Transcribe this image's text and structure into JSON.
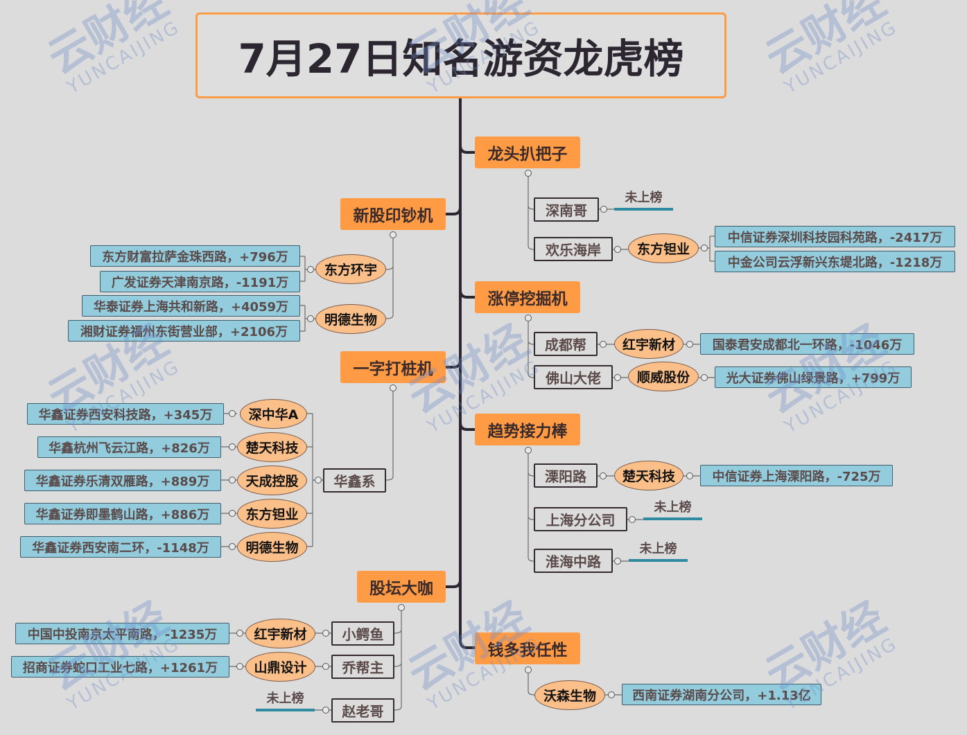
{
  "title": "7月27日知名游资龙虎榜",
  "watermark": {
    "cn": "云财经",
    "en": "YUNCAIJING"
  },
  "not_listed": "未上榜",
  "colors": {
    "branch": "#ff9a45",
    "stock": "#fbbf8a",
    "seat": "#93cddd",
    "underline": "#2e8a9e"
  },
  "branches": {
    "longtou": {
      "label": "龙头扒把子",
      "traders": {
        "shennan": {
          "label": "深南哥"
        },
        "huanle": {
          "label": "欢乐海岸",
          "stock": "东方钽业",
          "seats": [
            "中信证券深圳科技园科苑路，-2417万",
            "中金公司云浮新兴东堤北路，-1218万"
          ]
        }
      }
    },
    "zhangting": {
      "label": "涨停挖掘机",
      "traders": {
        "chengdu": {
          "label": "成都帮",
          "stock": "红宇新材",
          "seats": [
            "国泰君安成都北一环路，-1046万"
          ]
        },
        "foshan": {
          "label": "佛山大佬",
          "stock": "顺威股份",
          "seats": [
            "光大证券佛山绿景路，+799万"
          ]
        }
      }
    },
    "qushi": {
      "label": "趋势接力棒",
      "traders": {
        "liyang": {
          "label": "溧阳路",
          "stock": "楚天科技",
          "seats": [
            "中信证券上海溧阳路，-725万"
          ]
        },
        "shanghai": {
          "label": "上海分公司"
        },
        "huaihai": {
          "label": "淮海中路"
        }
      }
    },
    "qianduo": {
      "label": "钱多我任性",
      "stock": "沃森生物",
      "seats": [
        "西南证券湖南分公司，+1.13亿"
      ]
    },
    "xingu": {
      "label": "新股印钞机",
      "stocks": [
        {
          "name": "东方环宇",
          "seats": [
            "东方财富拉萨金珠西路，+796万",
            "广发证券天津南京路，-1191万"
          ]
        },
        {
          "name": "明德生物",
          "seats": [
            "华泰证券上海共和新路，+4059万",
            "湘财证券福州东街营业部，+2106万"
          ]
        }
      ]
    },
    "yizi": {
      "label": "一字打桩机",
      "trader": "华鑫系",
      "stocks": [
        {
          "name": "深中华A",
          "seat": "华鑫证券西安科技路，+345万"
        },
        {
          "name": "楚天科技",
          "seat": "华鑫杭州飞云江路，+826万"
        },
        {
          "name": "天成控股",
          "seat": "华鑫证券乐清双雁路，+889万"
        },
        {
          "name": "东方钽业",
          "seat": "华鑫证券即墨鹤山路，+886万"
        },
        {
          "name": "明德生物",
          "seat": "华鑫证券西安南二环，-1148万"
        }
      ]
    },
    "gutan": {
      "label": "股坛大咖",
      "traders": [
        {
          "name": "小鳄鱼",
          "stock": "红宇新材",
          "seat": "中国中投南京太平南路，-1235万"
        },
        {
          "name": "乔帮主",
          "stock": "山鼎设计",
          "seat": "招商证券蛇口工业七路，+1261万"
        },
        {
          "name": "赵老哥"
        }
      ]
    }
  }
}
